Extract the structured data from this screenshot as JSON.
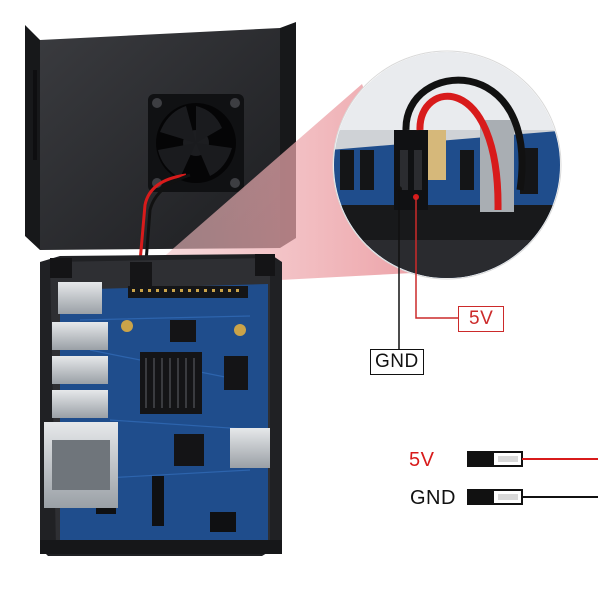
{
  "callout_labels": {
    "five_volt": "5V",
    "ground": "GND"
  },
  "legend": {
    "five_volt": "5V",
    "ground": "GND"
  },
  "colors": {
    "five_volt_wire": "#d81b1b",
    "ground_wire": "#111111",
    "case_metal": "#2a2b2e",
    "pcb_blue": "#1f4d8c",
    "callout_cone": "#f2b9bd",
    "label_border_red": "#cc2a2a"
  },
  "icons": [
    "cooling-fan-icon",
    "dupont-connector-icon"
  ]
}
